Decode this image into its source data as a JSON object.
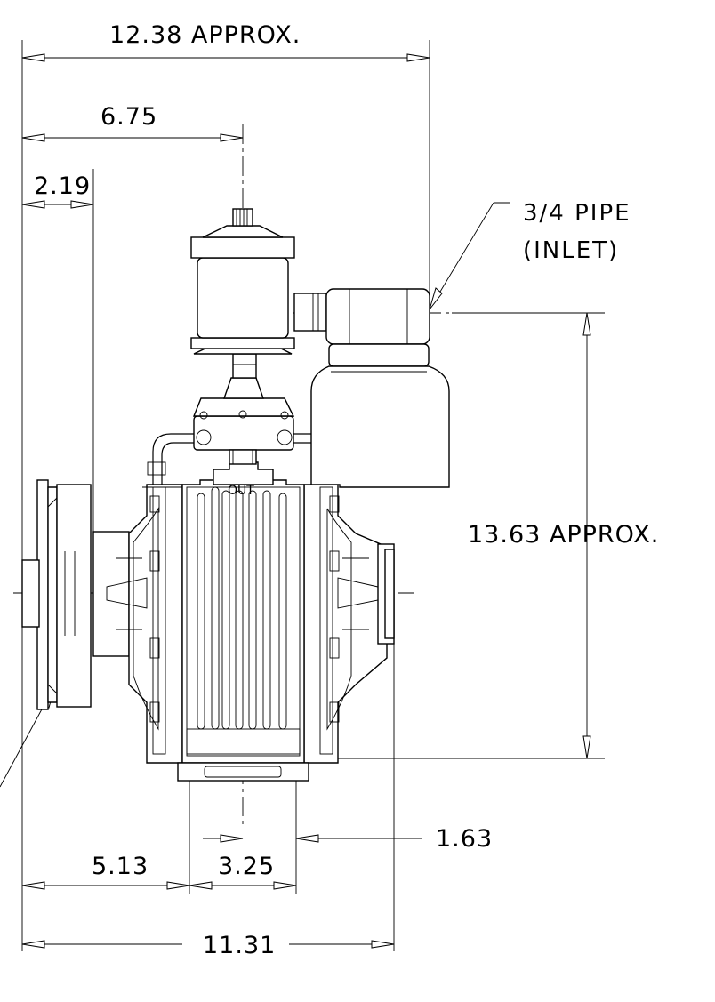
{
  "dimensions": {
    "overall_width": "12.38  APPROX.",
    "to_centerline": "6.75",
    "pulley_offset": "2.19",
    "height": "13.63  APPROX.",
    "left_to_foot": "5.13",
    "foot_width": "3.25",
    "right_offset": "1.63",
    "base_width": "11.31"
  },
  "labels": {
    "inlet_line1": "3/4  PIPE",
    "inlet_line2": "(INLET)",
    "outlet": "OUT"
  }
}
